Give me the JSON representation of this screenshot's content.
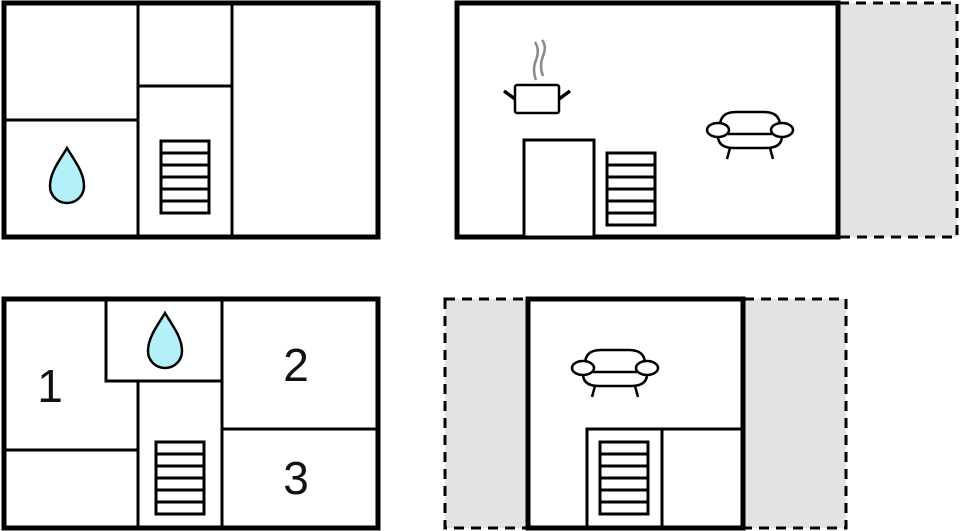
{
  "diagram": {
    "type": "floor-plan",
    "colors": {
      "wall": "#000000",
      "water_fill": "#b3f0f8",
      "terrace_fill": "#e3e3e3",
      "steam": "#8a8a8a",
      "background": "#ffffff"
    },
    "plans": [
      {
        "id": "plan-top-left",
        "icons": [
          "water-drop-icon",
          "stairs-icon"
        ]
      },
      {
        "id": "plan-top-right",
        "icons": [
          "kitchen-pot-icon",
          "door",
          "stairs-icon",
          "sofa-icon"
        ],
        "terrace": "right"
      },
      {
        "id": "plan-bottom-left",
        "icons": [
          "water-drop-icon",
          "stairs-icon"
        ],
        "room_labels": [
          "1",
          "2",
          "3"
        ]
      },
      {
        "id": "plan-bottom-right",
        "icons": [
          "sofa-icon",
          "stairs-icon"
        ],
        "terrace": "both-sides"
      }
    ]
  }
}
